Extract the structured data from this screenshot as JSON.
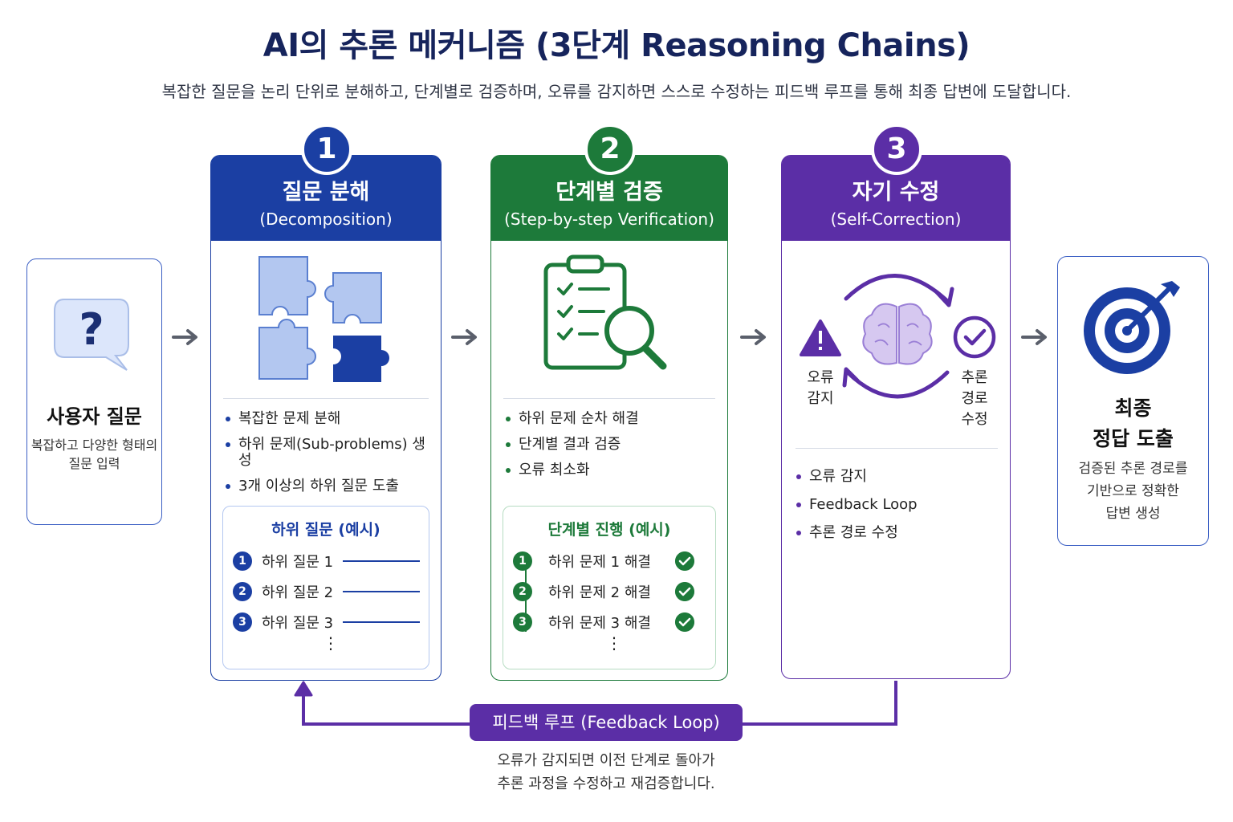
{
  "title": "AI의 추론 메커니즘 (3단계 Reasoning Chains)",
  "subtitle": "복잡한 질문을 논리 단위로 분해하고, 단계별로 검증하며, 오류를 감지하면 스스로 수정하는 피드백 루프를 통해 최종 답변에 도달합니다.",
  "input": {
    "icon": "question-bubble-icon",
    "title": "사용자 질문",
    "desc_line1": "복잡하고 다양한 형태의",
    "desc_line2": "질문 입력"
  },
  "stages": [
    {
      "number": "1",
      "name": "질문 분해",
      "english": "(Decomposition)",
      "color": "#1b3fa3",
      "icon": "puzzle-pieces-icon",
      "bullets": [
        "복잡한 문제 분해",
        "하위 문제(Sub-problems) 생성",
        "3개 이상의 하위 질문 도출"
      ],
      "example": {
        "title": "하위 질문 (예시)",
        "items": [
          "하위 질문 1",
          "하위 질문 2",
          "하위 질문 3"
        ],
        "more": "⋮"
      }
    },
    {
      "number": "2",
      "name": "단계별 검증",
      "english": "(Step-by-step Verification)",
      "color": "#1d7a3a",
      "icon": "clipboard-search-icon",
      "bullets": [
        "하위 문제 순차 해결",
        "단계별 결과 검증",
        "오류 최소화"
      ],
      "example": {
        "title": "단계별 진행 (예시)",
        "items": [
          "하위 문제 1 해결",
          "하위 문제 2 해결",
          "하위 문제 3 해결"
        ],
        "more": "⋮"
      }
    },
    {
      "number": "3",
      "name": "자기 수정",
      "english": "(Self-Correction)",
      "color": "#5b2ea6",
      "icon": "brain-cycle-icon",
      "error_label_1": "오류",
      "error_label_2": "감지",
      "fix_label_1": "추론",
      "fix_label_2": "경로",
      "fix_label_3": "수정",
      "bullets": [
        "오류 감지",
        "Feedback Loop",
        "추론 경로 수정"
      ]
    }
  ],
  "output": {
    "icon": "target-arrow-icon",
    "title_line1": "최종",
    "title_line2": "정답 도출",
    "desc_line1": "검증된 추론 경로를",
    "desc_line2": "기반으로 정확한",
    "desc_line3": "답변 생성"
  },
  "feedback": {
    "label": "피드백 루프 (Feedback Loop)",
    "desc_line1": "오류가 감지되면 이전 단계로 돌아가",
    "desc_line2": "추론 과정을 수정하고 재검증합니다."
  }
}
